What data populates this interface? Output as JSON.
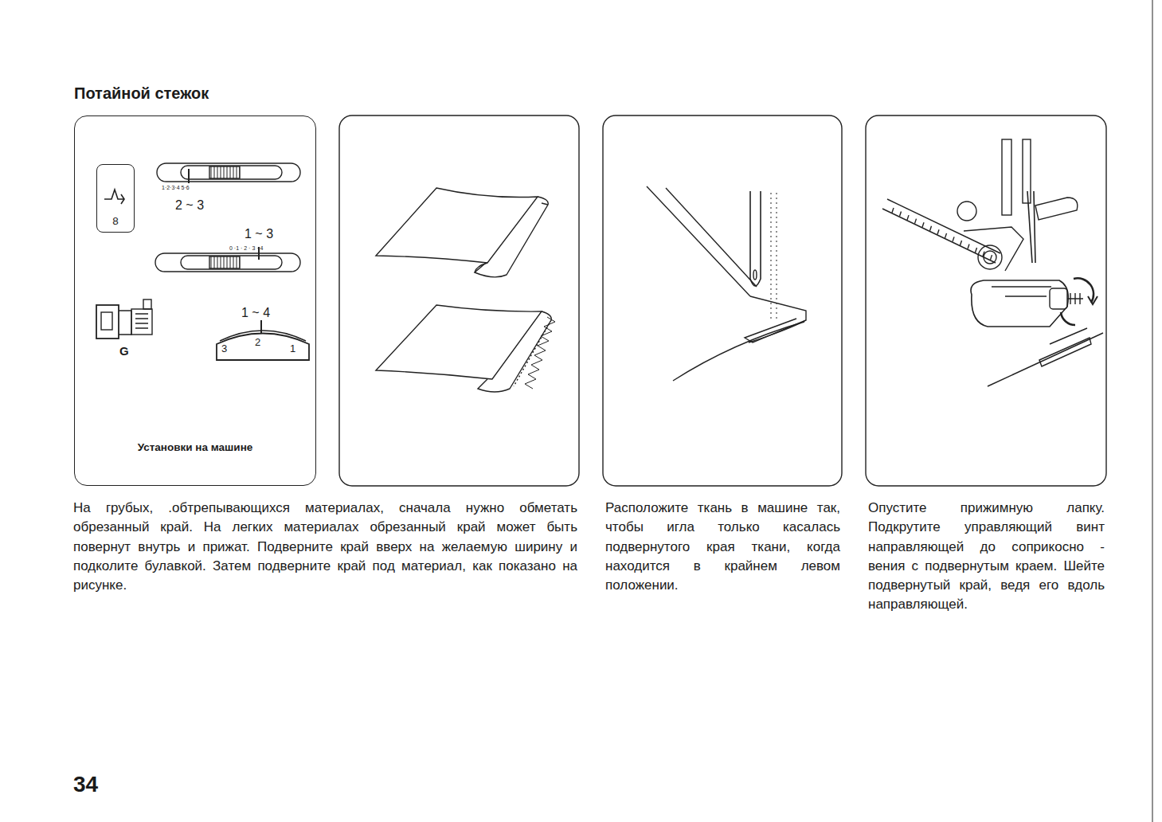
{
  "diagram": {
    "title": "Потайной стежок",
    "nodes": [
      {
        "text": [
          "Установки на машине"
        ]
      },
      {
        "text": [
          "8"
        ],
        "in": 0
      }
    ],
    "labels": [
      "1·2·3·4 5·6",
      "2 ~ 3",
      "1 ~ 3",
      "0 ·1 · 2 · 3 · 4",
      "G",
      "1 ~ 4",
      "3",
      "2",
      "1",
      "На грубых, .обтрепывающихся материалах, сначала нужно обметать обрезанный край. На легких материалах обрезанный край может быть повернут внутрь и прижат. Подверните край вверх на желаемую ширину и подколите булавкой. Затем подверните край под материал, как показано на рисунке.",
      "Расположите ткань в машине так, чтобы игла только касалась подвернутого края ткани, когда находится в крайнем левом положении.",
      "Опустите прижимную лапку. Подкрутите управляющий винт направляющей до соприкосно - вения с подвернутым краем. Шейте подвернутый край, ведя его вдоль направляющей.",
      "34"
    ]
  }
}
